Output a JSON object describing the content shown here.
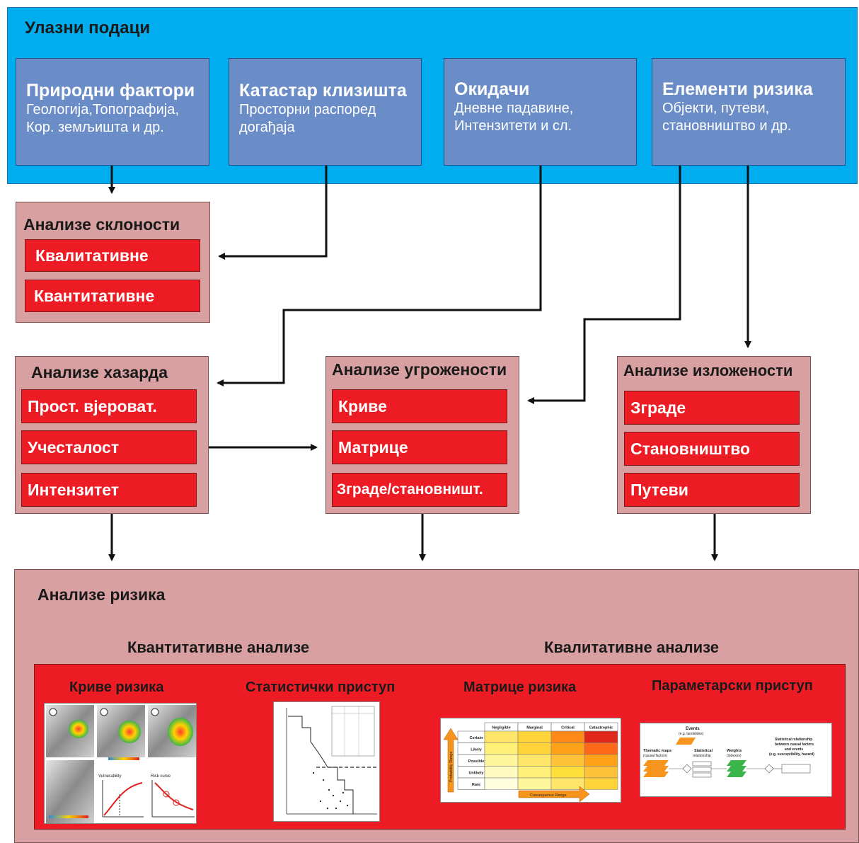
{
  "inputs": {
    "title": "Улазни подаци",
    "boxes": [
      {
        "title": "Природни фактори",
        "desc1": "Геологија,Топографија,",
        "desc2": "Кор. земљишта и др."
      },
      {
        "title": "Катастар клизишта",
        "desc1": "Просторни распоред",
        "desc2": "догађаја"
      },
      {
        "title": "Окидачи",
        "desc1": "Дневне падавине,",
        "desc2": "Интензитети и сл."
      },
      {
        "title": "Елементи ризика",
        "desc1": "Објекти, путеви,",
        "desc2": "становништво и др."
      }
    ]
  },
  "susceptibility": {
    "title": "Анализе склоности",
    "items": [
      "Квалитативне",
      "Квантитативне"
    ]
  },
  "hazard": {
    "title": "Анализе хазарда",
    "items": [
      "Прост. вјероват.",
      "Учесталост",
      "Интензитет"
    ]
  },
  "vulnerability": {
    "title": "Анализе угрожености",
    "items": [
      "Криве",
      "Матрице",
      "Зграде/становништ."
    ]
  },
  "exposure": {
    "title": "Анализе изложености",
    "items": [
      "Зграде",
      "Становништво",
      "Путеви"
    ]
  },
  "risk": {
    "title": "Анализе ризика",
    "quant_label": "Квантитативне анализе",
    "qual_label": "Квалитативне анализе",
    "methods": [
      "Криве ризика",
      "Статистички приступ",
      "Матрице ризика",
      "Параметарски приступ"
    ],
    "matrix": {
      "columns": [
        "Negligible",
        "Marginal",
        "Critical",
        "Catastrophic"
      ],
      "rows": [
        "Certain",
        "Likely",
        "Possible",
        "Unlikely",
        "Rare"
      ],
      "yaxis": "Probability Range",
      "xaxis": "Consequence Range"
    },
    "curves_thumb": {
      "vulnerability": "Vulnerability",
      "risk_curve": "Risk curve"
    },
    "param_thumb": {
      "events": "Events",
      "events_sub": "(e.g. landslides)",
      "thematic": "Thematic maps",
      "thematic_sub": "(causal factors)",
      "statistical": "Statistical",
      "statistical_sub": "relationship",
      "weights": "Weights",
      "weights_sub": "(indexes)",
      "relation1": "Statistical relationship",
      "relation2": "between causal factors",
      "relation3": "and events",
      "relation4": "(e.g. susceptibility, hazard)"
    }
  },
  "colors": {
    "top": "#00aeef",
    "input": "#6a8cc7",
    "panel": "#d9a0a2",
    "red": "#ed1c24"
  }
}
